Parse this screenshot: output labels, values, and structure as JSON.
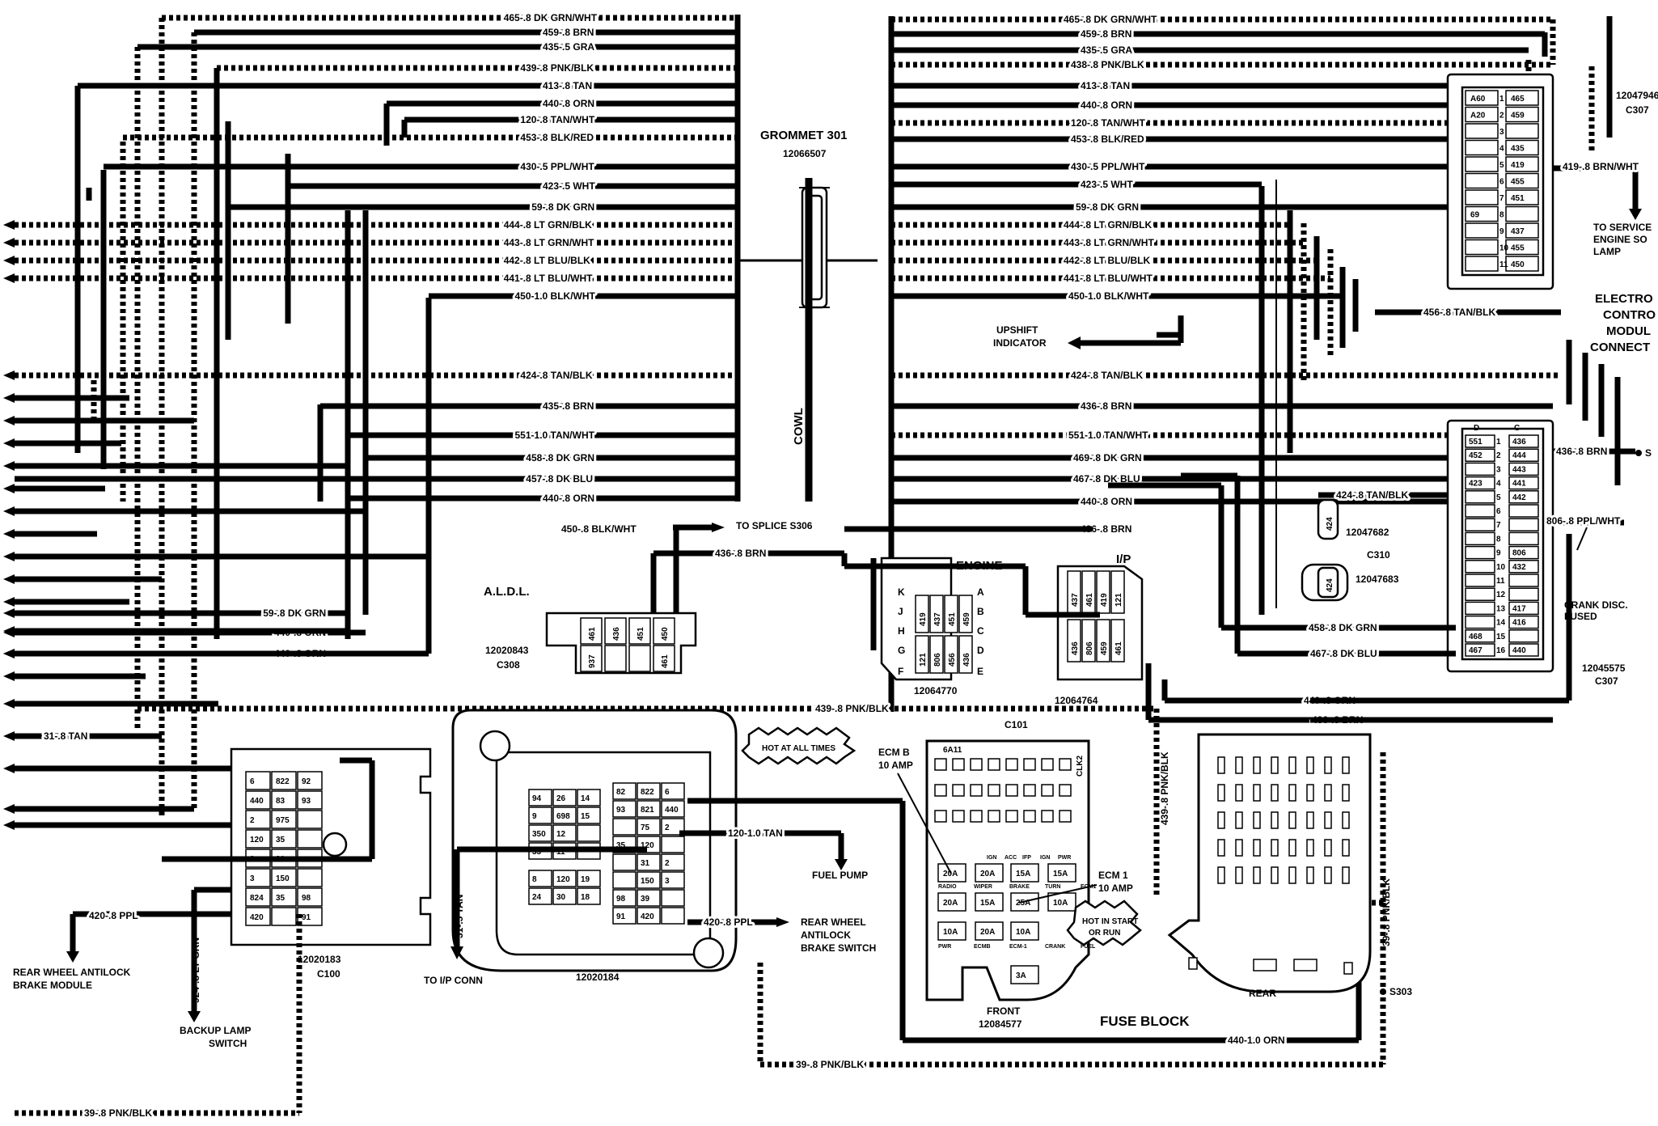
{
  "left_harness": {
    "wires": [
      "465-.8 DK GRN/WHT",
      "459-.8 BRN",
      "435-.5 GRA",
      "439-.8 PNK/BLK",
      "413-.8 TAN",
      "440-.8 ORN",
      "120-.8 TAN/WHT",
      "453-.8 BLK/RED",
      "430-.5 PPL/WHT",
      "423-.5 WHT",
      "59-.8 DK GRN",
      "444-.8 LT GRN/BLK",
      "443-.8 LT GRN/WHT",
      "442-.8 LT BLU/BLK",
      "441-.8 LT BLU/WHT",
      "450-1.0 BLK/WHT",
      "424-.8 TAN/BLK",
      "435-.8 BRN",
      "551-1.0 TAN/WHT",
      "458-.8 DK GRN",
      "457-.8 DK BLU",
      "440-.8 ORN"
    ],
    "lower_wires": [
      "59-.8 DK GRN",
      "440-.8 ORN",
      "440-.8 ORN"
    ]
  },
  "right_harness": {
    "wires": [
      "465-.8 DK GRN/WHT",
      "459-.8 BRN",
      "435-.5 GRA",
      "438-.8 PNK/BLK",
      "413-.8 TAN",
      "440-.8 ORN",
      "120-.8 TAN/WHT",
      "453-.8 BLK/RED",
      "430-.5 PPL/WHT",
      "423-.5 WHT",
      "59-.8 DK GRN",
      "444-.8 LT GRN/BLK",
      "443-.8 LT GRN/WHT",
      "442-.8 LT BLU/BLK",
      "441-.8 LT BLU/WHT",
      "450-1.0 BLK/WHT",
      "424-.8 TAN/BLK",
      "436-.8 BRN",
      "551-1.0 TAN/WHT",
      "469-.8 DK GRN",
      "467-.8 DK BLU",
      "440-.8 ORN",
      "436-.8 BRN"
    ]
  },
  "grommet": {
    "title": "GROMMET 301",
    "part": "12066507",
    "cowl": "COWL"
  },
  "ecm": {
    "part_top": "12047946",
    "conn_top": "C307",
    "part_bottom": "12045575",
    "conn_bottom": "C307",
    "title_lines": [
      "ELECTRO",
      "CONTRO",
      "MODUL",
      "CONNECT"
    ],
    "pins_top_left": [
      "",
      "",
      "",
      "",
      "",
      "",
      "",
      "",
      "",
      "",
      ""
    ],
    "pins_top_right": [
      "465",
      "459",
      "",
      "435",
      "419",
      "455",
      "451",
      "",
      "437",
      "455",
      "450"
    ],
    "pins_top_inner": [
      "A60",
      "A20",
      "",
      "",
      "",
      "",
      "",
      "69",
      "",
      "",
      ""
    ],
    "pins_bottom_left": [
      "551",
      "452",
      "",
      "423",
      "",
      "",
      "",
      "",
      "",
      "",
      "",
      "",
      "",
      "",
      "468",
      "467"
    ],
    "pins_bottom_right": [
      "436",
      "444",
      "443",
      "441",
      "442",
      "",
      "",
      "",
      "806",
      "432",
      "",
      "",
      "417",
      "416",
      "",
      "440"
    ],
    "pin_numbers_bottom": [
      "1",
      "2",
      "3",
      "4",
      "5",
      "6",
      "7",
      "8",
      "9",
      "10",
      "11",
      "12",
      "13",
      "14",
      "15",
      "16"
    ],
    "pin_numbers_top": [
      "1",
      "2",
      "3",
      "4",
      "5",
      "6",
      "7",
      "8",
      "9",
      "10",
      "11"
    ],
    "col_labels": [
      "D",
      "C"
    ]
  },
  "callouts": {
    "service_lamp": [
      "TO SERVICE",
      "ENGINE SO",
      "LAMP"
    ],
    "brn_419": "419-.8 BRN/WHT",
    "tan_456": "456-.8 TAN/BLK",
    "upshift": [
      "UPSHIFT",
      "INDICATOR"
    ],
    "brn_436_right": "436-.8 BRN",
    "splice_s": "S",
    "tan_424": "424-.8 TAN/BLK",
    "c310_part": "12047682",
    "c310": "C310",
    "c310_part2": "12047683",
    "ppl_806": "806-.8 PPL/WHT",
    "crank": [
      "CRANK DISC.",
      "FUSED"
    ],
    "grn_458": "458-.8 DK GRN",
    "blu_467": "467-.8 DK BLU",
    "orn_440_r": "440-.8 ORN",
    "brn_436_r": "436-.8 BRN",
    "splice_s306": "TO SPLICE S306",
    "blk_450": "450-.8 BLK/WHT",
    "brn_436_aldl": "436-.8 BRN",
    "aldl": "A.L.D.L.",
    "aldl_part": "12020843",
    "aldl_conn": "C308",
    "aldl_pins_top": [
      "461",
      "436",
      "451",
      "450"
    ],
    "aldl_pins_bottom": [
      "937",
      "",
      "",
      "461"
    ],
    "engine": "ENGINE",
    "ip": "I/P",
    "c101_part1": "12064770",
    "c101_part2": "12064764",
    "c101": "C101",
    "c101_pins": [
      "419",
      "437",
      "451",
      "459",
      "121",
      "806",
      "456",
      "436"
    ],
    "c101_letters": [
      "K",
      "A",
      "J",
      "B",
      "H",
      "C",
      "G",
      "D",
      "F",
      "E"
    ],
    "c101_ip_pins": [
      "437",
      "461",
      "419",
      "121",
      "436",
      "806",
      "459",
      "461"
    ],
    "pnk_439": "439-.8 PNK/BLK",
    "tan_31": "31-.8 TAN",
    "c100_part": "12020183",
    "c100": "C100",
    "c100_pins": [
      [
        "6",
        "822",
        "92"
      ],
      [
        "440",
        "83",
        "93"
      ],
      [
        "2",
        "975",
        ""
      ],
      [
        "120",
        "35",
        ""
      ],
      [
        "2",
        "31",
        ""
      ],
      [
        "3",
        "150",
        ""
      ],
      [
        "824",
        "35",
        "98"
      ],
      [
        "420",
        "",
        "91"
      ]
    ],
    "c100_part2": "12020184",
    "c100b_pins": [
      [
        "94",
        "26",
        "14"
      ],
      [
        "9",
        "698",
        "15"
      ],
      [
        "350",
        "12",
        ""
      ],
      [
        "33",
        "11",
        ""
      ]
    ],
    "c100b_pins_r": [
      [
        "82",
        "822",
        "6"
      ],
      [
        "93",
        "821",
        "440"
      ],
      [
        "",
        "75",
        "2"
      ],
      [
        "35",
        "120",
        ""
      ],
      [
        "",
        "31",
        "2"
      ],
      [
        "",
        "150",
        "3"
      ],
      [
        "98",
        "39",
        ""
      ],
      [
        "91",
        "420",
        ""
      ]
    ],
    "c100b_pins_small": [
      [
        "8",
        "120",
        "19"
      ],
      [
        "24",
        "30",
        "18"
      ]
    ],
    "hot_all": "HOT AT ALL TIMES",
    "tan_120": "120-1.0 TAN",
    "fuel_pump": "FUEL PUMP",
    "ppl_420_r": "420-.8 PPL",
    "rwal_sw": [
      "REAR WHEEL",
      "ANTILOCK",
      "BRAKE SWITCH"
    ],
    "ppl_420_l": "420-.8 PPL",
    "rwal_mod": [
      "REAR WHEEL ANTILOCK",
      "BRAKE MODULE"
    ],
    "grn_924": "924-.8 LT GRN",
    "tan_31_5": "31-.5 TAN",
    "ip_conn": "TO I/P CONN",
    "backup": [
      "BACKUP LAMP",
      "SWITCH"
    ],
    "pnk_39_bl": "39-.8 PNK/BLK",
    "ecm_b": [
      "ECM B",
      "10 AMP"
    ],
    "ecm_1": [
      "ECM 1",
      "10 AMP"
    ],
    "hot_run": [
      "HOT IN START",
      "OR RUN"
    ],
    "front": "FRONT",
    "front_part": "12084577",
    "fuse_block": "FUSE BLOCK",
    "rear": "REAR",
    "pnk_439_v": "439-.8 PNK/BLK",
    "pnk_39_v": "39-.8 PNK/BLK",
    "s303": "S303",
    "orn_440_b": "440-1.0 ORN",
    "pnk_39_b": "39-.8 PNK/BLK",
    "fuse_labels": [
      "20A",
      "20A",
      "15A",
      "15A",
      "20A",
      "15A",
      "25A",
      "10A",
      "10A",
      "20A",
      "3A",
      "10A"
    ],
    "fuse_top_labels": [
      "6A11",
      "CLK2"
    ],
    "fuse_small_labels": [
      "IGN",
      "ACC",
      "IFP",
      "IGN",
      "PWR"
    ],
    "fuse_mid_labels": [
      "RADIO",
      "WIPER",
      "BRAKE",
      "TURN",
      "ECM1"
    ],
    "fuse_bot_labels": [
      "PWR",
      "ECMB",
      "ECM-1",
      "CRANK",
      "FUEL"
    ]
  }
}
